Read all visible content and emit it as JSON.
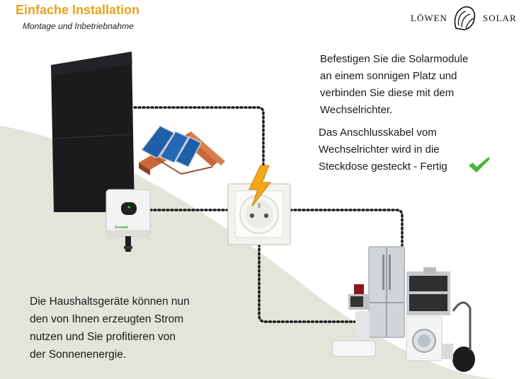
{
  "header": {
    "title": "Einfache Installation",
    "subtitle": "Montage und Inbetriebnahme"
  },
  "logo": {
    "left_text": "LÖWEN",
    "right_text": "SOLAR",
    "icon": "lion-head-icon"
  },
  "steps": {
    "mount": "Befestigen Sie die Solarmodule\nan einem sonnigen Platz und\nverbinden Sie diese mit dem\nWechselrichter.",
    "plug": "Das Anschlusskabel vom\nWechselrichter wird in die\nSteckdose gesteckt - Fertig",
    "use": "Die Haushaltsgeräte können nun\nden von Ihnen erzeugten Strom\nnutzen und Sie profitieren von\nder Sonnenenergie."
  },
  "icons": [
    "solar-panel-icon",
    "roof-with-solar-panels-icon",
    "inverter-icon",
    "power-socket-icon",
    "lightning-bolt-icon",
    "home-appliances-icon",
    "checkmark-icon"
  ],
  "colors": {
    "title": "#e8a21c",
    "background_wave": "#e3e5da",
    "checkmark": "#47b83a",
    "bolt": "#f5a817"
  }
}
